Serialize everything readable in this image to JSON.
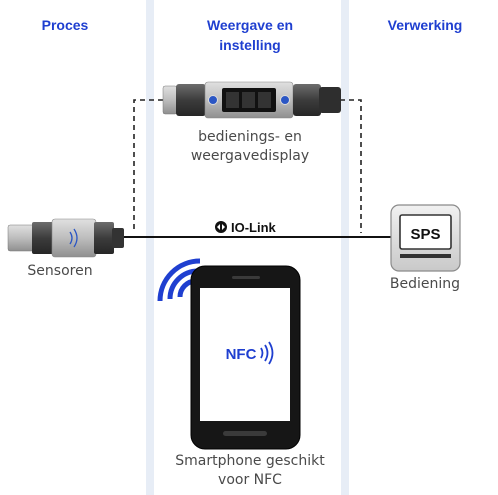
{
  "columns": {
    "process": "Proces",
    "display_setting_line1": "Weergave en",
    "display_setting_line2": "instelling",
    "processing": "Verwerking"
  },
  "labels": {
    "display_line1": "bedienings- en",
    "display_line2": "weergavedisplay",
    "sensors": "Sensoren",
    "control": "Bediening",
    "phone_line1": "Smartphone geschikt",
    "phone_line2": "voor NFC"
  },
  "iolink": "IO-Link",
  "sps": "SPS",
  "nfc": "NFC",
  "colors": {
    "accent": "#1f3fd0",
    "band": "#e7edf6",
    "text": "#4a4a4a"
  }
}
